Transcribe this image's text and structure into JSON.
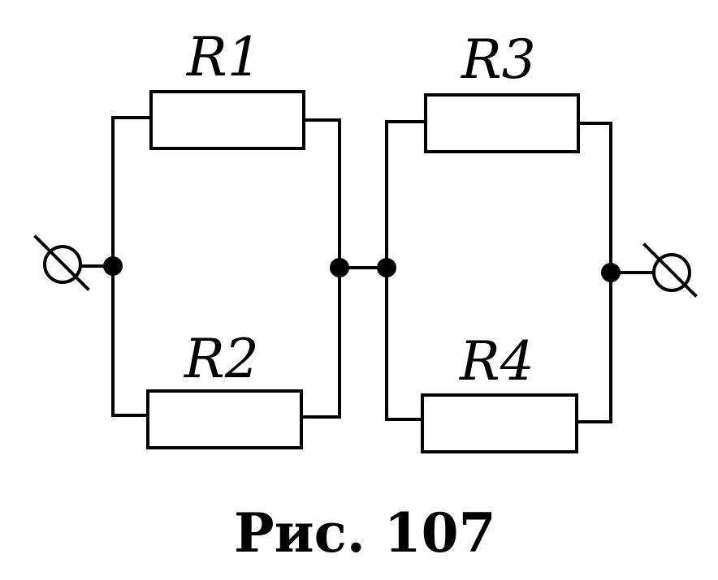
{
  "diagram": {
    "resistors": [
      {
        "label": "R1"
      },
      {
        "label": "R2"
      },
      {
        "label": "R3"
      },
      {
        "label": "R4"
      }
    ],
    "caption": "Рис. 107"
  }
}
